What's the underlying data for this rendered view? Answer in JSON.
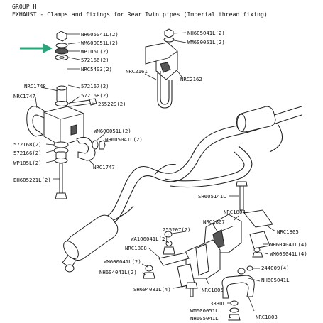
{
  "header": {
    "group": "GROUP H",
    "title": "EXHAUST - Clamps and fixings for Rear Twin pipes (Imperial thread fixing)"
  },
  "callouts": [
    "NH605041L(2)",
    "WM600051L(2)",
    "WP105L(2)",
    "572166(2)",
    "NRC5403(2)",
    "NRC1748",
    "NRC1747",
    "572167(2)",
    "572168(2)",
    "255229(2)",
    "WM600051L(2)",
    "NH605041L(2)",
    "572168(2)",
    "572166(2)",
    "WP105L(2)",
    "BH605221L(2)",
    "NRC1747",
    "NH605041L(2)",
    "WM600051L(2)",
    "NRC2161",
    "NRC2162",
    "SH605141L",
    "NRC1804",
    "NRC1805",
    "NRC1807",
    "255207(2)",
    "WA106041L(2)",
    "NRC1808",
    "NH604041L(4)",
    "WM600041L(4)",
    "WM600041L(2)",
    "NH604041L(2)",
    "244009(4)",
    "NH605041L",
    "SH604081L(4)",
    "NRC1805",
    "3830L",
    "WM600051L",
    "NH605041L",
    "NRC1803"
  ],
  "colors": {
    "arrow": "#2aa57a"
  },
  "icons": [
    "pointer-arrow-icon"
  ]
}
